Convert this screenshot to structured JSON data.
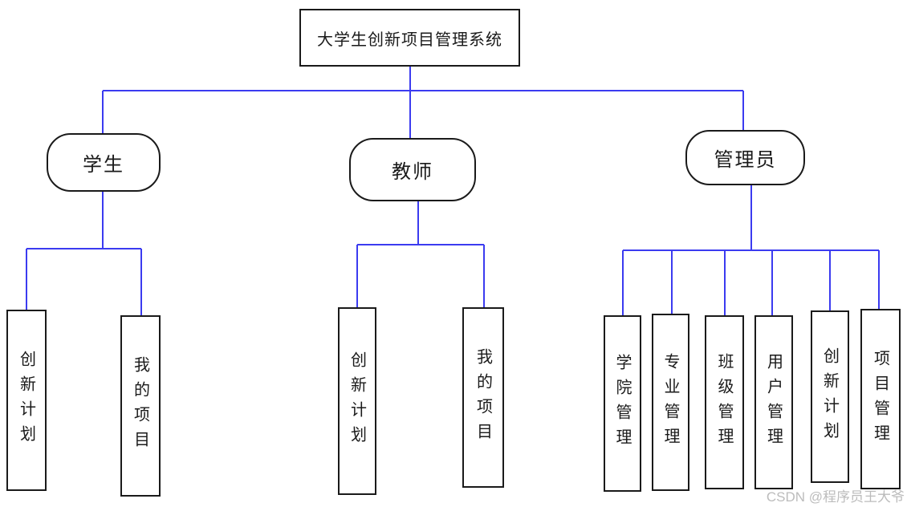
{
  "diagram": {
    "title": "大学生创新项目管理系统",
    "roles": [
      {
        "label": "学生",
        "children": [
          {
            "label": "创新计划"
          },
          {
            "label": "我的项目"
          }
        ]
      },
      {
        "label": "教师",
        "children": [
          {
            "label": "创新计划"
          },
          {
            "label": "我的项目"
          }
        ]
      },
      {
        "label": "管理员",
        "children": [
          {
            "label": "学院管理"
          },
          {
            "label": "专业管理"
          },
          {
            "label": "班级管理"
          },
          {
            "label": "用户管理"
          },
          {
            "label": "创新计划"
          },
          {
            "label": "项目管理"
          }
        ]
      }
    ]
  },
  "watermark": "CSDN @程序员王大爷",
  "colors": {
    "connector": "#3b3bf0",
    "node_border": "#1a1a1a",
    "watermark": "#bcbcbc",
    "background": "#ffffff"
  }
}
